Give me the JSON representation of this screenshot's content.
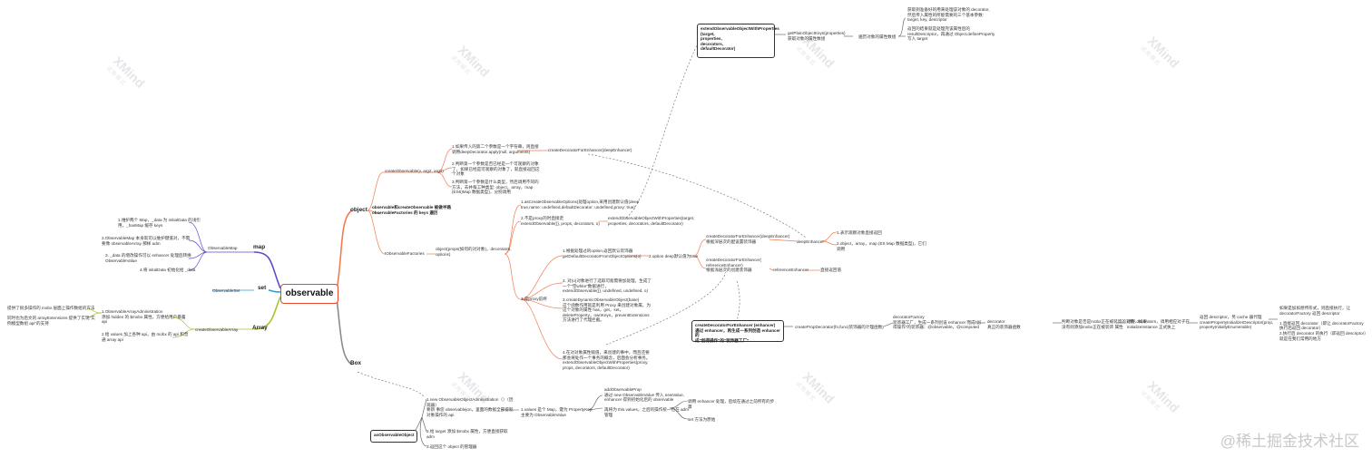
{
  "root": {
    "label": "observable"
  },
  "watermark": {
    "brand": "XMind",
    "sub": "试用模式",
    "footer": "@稀土掘金技术社区"
  },
  "colors": {
    "root_border": "#e8462e",
    "object_branch": "#ef7d54",
    "map_branch": "#5a4ec6",
    "set_branch": "#2a9fd8",
    "array_branch": "#a8c42e",
    "box_branch": "#8a8a8a"
  },
  "branches": {
    "object": "object",
    "map": "map",
    "set": "set",
    "array": "Array",
    "box": "Box"
  },
  "map": {
    "node": "ObservableMap",
    "items": [
      "1.维护两个 Map，_data 为 initialData 的浅引\n用，_hasMap 缓存 keys",
      "2.ObservableMap 本身就可以维护键值对，不需\n要像 observableArray 那样 adm",
      "3. _data 的增改操作可以 enhancer 处理后转换\nObservableValue",
      "4.将 initalData 初始化给 _data"
    ]
  },
  "set": {
    "node": "ObservableSet"
  },
  "array": {
    "node": "createObservableArray",
    "items": [
      "1.ObservableArrayAdministration\n添加 hidden 的 $mobx 属性，方便给用户暴露\napi",
      "2.给 values 加上各种 api，由 mobx 的 api 和普\n通 array api"
    ],
    "sub": "提供了很多操作的 mobx 层面上操作数组的方法",
    "sub2": "同时也为后文的 arrayExtensions 提供了实现\"实\n例模型数组 api\"的支持"
  },
  "object": {
    "create": "createObservable(v, arg2, arg3)",
    "create_items": [
      "1.如果传入的第二个参数是一个字符串，则直接\n调用deepDecorator.apply(null, arguments)",
      "2.判断第一个参数是否已经是一个可观察的对象\n了，如果已经是可观察的对象了，就直接返回这\n个对象",
      "3.判断第一个参数是什么类型，然后调用不同的\n方法，去并每工种类型: object，array，map\n (ES6)Map 数据类型)，分别调用"
    ],
    "decorator_for_enhancer": "createDecoratorForEnhancer(deepEnhancer)",
    "assign": "observable和createObservable 被做半路\nobservableFactories 的 keys 遍历",
    "factories": "IObservableFactories",
    "factory_obj": "object(props(如何的对对象)，decorators,\noptions)",
    "steps": [
      "1.asCreateObservableOptions(处理option,采用创建默认值(deep\ntrue,name: undefined,defaultDecorator: undefined,proxy: true)",
      "2.不是proxy的时直接走\nextendObservable({}, props, decorators, o)",
      "3.是proxy前终"
    ],
    "steps_right": "extendObservableObjectWithProperties(target,\nproperties, decorators, defaultDecorator)",
    "proxy_steps": [
      "1.根据处理过的option,返回默认装饰器\ngetDefaultDecoratorFromObjectOptions(o)",
      "2. 对(o)对象进行了选取可能需要加处理，生成了\n一个\"空white\"数据进行，\nextendObservable({}, undefined, undefined, o)",
      "3.createDynamicObservableObject(base)\n这个函数作用就是利用 Proxy 来创建对象属，为\n这个对象的属性 has，get，set，\ndeleteProperty，ownKeys，preventExtensions\n方法进行了代理拦截。",
      "4.在对对象属性赋值，来创建的事中，而且还要\n那会将处作一个事务的概念，后面会分析事务。\nextendObservableObjectWithProperties(proxy,\nprops, decorators, defaultDecorator)"
    ],
    "option_deep": "2.option deep默认值为true",
    "deep_decorator": "createDecoratorForEnhancer(deepEnhancer)\n根据深层次的配设置装饰器",
    "deep_enhancer": "deepEnhancer",
    "deep_enhancer_items": [
      "1.表示观察对象直接返回",
      "2.object，array，map (ES Map 数据类型)，它们\n调用"
    ],
    "ref_decorator": "createDecoratorForEnhancer(\nreferenceEnhancer)\n根据浅层次的创建装饰器",
    "ref_enhancer": "referenceEnhancer",
    "ref_note": "直接返回值"
  },
  "top": {
    "box": "extendObservableObjectWithProperties\n(target,\n  properties,\n  decorators,\n  defaultDecorator)",
    "keys": "getPlainObjectKeys(properties)\n获取对象的属性数组",
    "iterate": "遍历对象的属性数组",
    "right1": "获取到准备好的用来处理该对象的 decorator,\n然后传入属性的所能需要的三个基本参数:\ntarget, key, descriptor",
    "right2": "返回的结果就是处理完该属性后的\nresultDescriptor，再通过 Object.defineProperty\n写入 target"
  },
  "bottom_chain": {
    "box": "createDecoratorForEnhancer (enhancer)\n通过 enhancer，再生成一系列创造 enhancer 的\n成\"创得操作\"的\"装饰器工厂\"",
    "prop": "createPropDecorator(fn,func(装饰器的计理函数)",
    "dec_factory": "decoratorFactory\n装饰器工厂，生成一系列创设 enhancer 而成\"创\n得操作\"的装饰器：@observable，@computed",
    "decorator": "decorator\n真正的装饰器函数",
    "check": "判断对象是否是mobx正在被装饰的对象，如果\n没有则添加mobx正在被装饰 属性",
    "init": "储存 decorators，调用相应对子在\ninitializeInstance 正式执上",
    "return": "返回 descriptor，另 cache 器代理\ncreatePropertyInitializerDescriptor(prop,\npropertyInitiallyEnumerable)",
    "final": "如果是加如想传形式，则直接执行，让\ndecoratorFactory 返回 descriptor\n\n1.直接返回 decorator（即让 decoratorFactory\n执行后返回 decorator）\n2.执行后 decorator 的执行（即返回 descriptor）\n就是在我们常用的地方"
  },
  "box_branch": {
    "node": "asObservableObject",
    "items": [
      "1.new ObservableObjectAdministration（）（因\n观器）\n要新 事您 observablejon，里面的数据全部提就\n对象操作的 api",
      "2.给 target 添加 $mobx 属性，方便直接获取\nadm",
      "3.返回这个 object 的管理器"
    ],
    "values": "1.values 是个 Map，键为 PropertyKey,\n主要为 ObservableValue",
    "add": "addObservableProp\n通过 new ObservableValue 传入 newValue,\nenhancer 得到初始化后的 observable",
    "again": "再将为 this.values，之后的操作统一也在 adm\n管理",
    "enhancer": "调用 enhancer 处理，后续在通过之前所有的步\n骤",
    "set": "set 方法为原始"
  }
}
